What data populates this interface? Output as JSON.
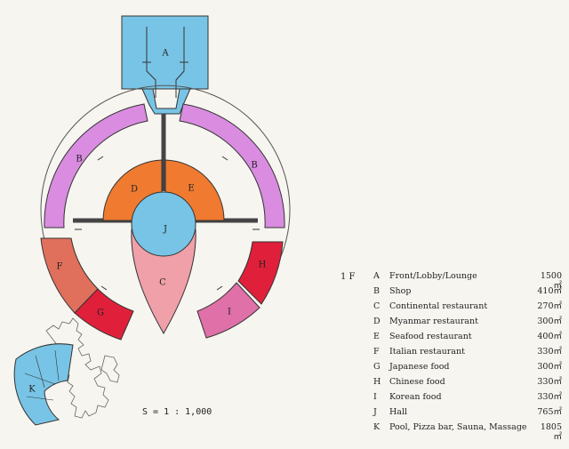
{
  "plan": {
    "zones": [
      {
        "letter": "A",
        "color": "#78c4e6"
      },
      {
        "letter": "B",
        "color": "#d98ce0"
      },
      {
        "letter": "B",
        "color": "#d98ce0"
      },
      {
        "letter": "C",
        "color": "#f0a0a8"
      },
      {
        "letter": "D",
        "color": "#ef7a30"
      },
      {
        "letter": "E",
        "color": "#ef7a30"
      },
      {
        "letter": "F",
        "color": "#e0705c"
      },
      {
        "letter": "G",
        "color": "#e0203a"
      },
      {
        "letter": "H",
        "color": "#e0203a"
      },
      {
        "letter": "I",
        "color": "#e070a8"
      },
      {
        "letter": "J",
        "color": "#78c4e6"
      },
      {
        "letter": "K",
        "color": "#78c4e6"
      }
    ],
    "scale_label": "S = 1 : 1,000"
  },
  "legend": {
    "floor": "1 F",
    "items": [
      {
        "key": "A",
        "name": "Front/Lobby/Lounge",
        "area": "1500㎡"
      },
      {
        "key": "B",
        "name": "Shop",
        "area": "410㎡"
      },
      {
        "key": "C",
        "name": "Continental restaurant",
        "area": "270㎡"
      },
      {
        "key": "D",
        "name": "Myanmar restaurant",
        "area": "300㎡"
      },
      {
        "key": "E",
        "name": "Seafood restaurant",
        "area": "400㎡"
      },
      {
        "key": "F",
        "name": "Italian restaurant",
        "area": "330㎡"
      },
      {
        "key": "G",
        "name": "Japanese food",
        "area": "300㎡"
      },
      {
        "key": "H",
        "name": "Chinese food",
        "area": "330㎡"
      },
      {
        "key": "I",
        "name": "Korean food",
        "area": "330㎡"
      },
      {
        "key": "J",
        "name": "Hall",
        "area": "765㎡"
      },
      {
        "key": "K",
        "name": "Pool, Pizza bar, Sauna, Massage",
        "area": "1805㎡"
      }
    ]
  }
}
